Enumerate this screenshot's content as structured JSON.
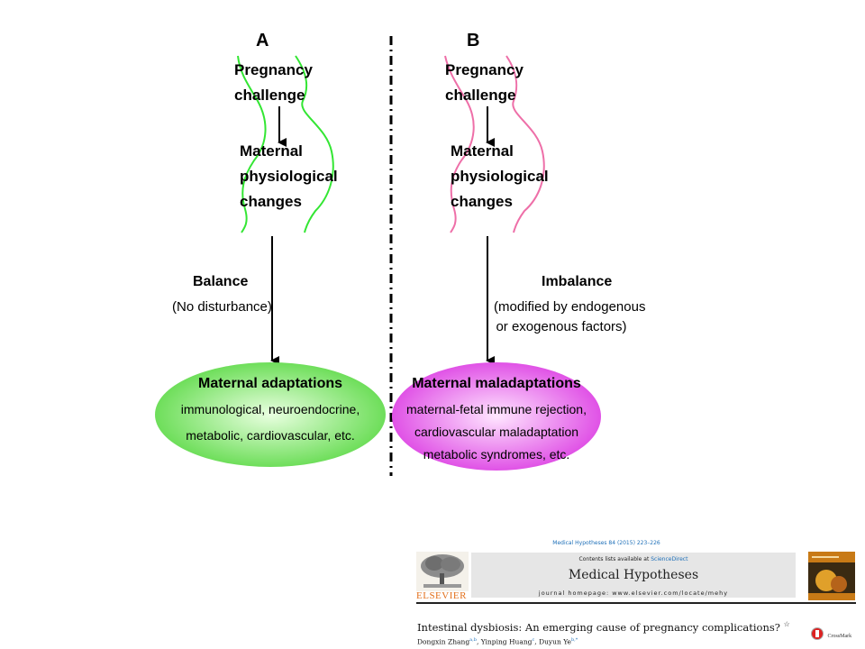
{
  "panels": {
    "a": {
      "label": "A",
      "step1": [
        "Pregnancy",
        "challenge"
      ],
      "step2": [
        "Maternal",
        "physiological",
        "changes"
      ],
      "balance_title": "Balance",
      "balance_sub": [
        "(No disturbance)"
      ],
      "outcome_title": "Maternal adaptations",
      "outcome_lines": [
        "immunological, neuroendocrine,",
        "metabolic, cardiovascular, etc."
      ],
      "colors": {
        "silhouette": "#33e633",
        "ellipse": "#66dd55"
      }
    },
    "b": {
      "label": "B",
      "step1": [
        "Pregnancy",
        "challenge"
      ],
      "step2": [
        "Maternal",
        "physiological",
        "changes"
      ],
      "balance_title": "Imbalance",
      "balance_sub": [
        "(modified by endogenous",
        "or exogenous factors)"
      ],
      "outcome_title": "Maternal maladaptations",
      "outcome_lines": [
        "maternal-fetal immune rejection,",
        "cardiovascular maladaptation",
        "metabolic syndromes, etc."
      ],
      "colors": {
        "silhouette": "#ee6fa8",
        "ellipse": "#e455e6"
      }
    }
  },
  "paper": {
    "journal_citation": "Medical Hypotheses 84 (2015) 223–226",
    "contents_prefix": "Contents lists available at ",
    "contents_link": "ScienceDirect",
    "journal_name": "Medical Hypotheses",
    "homepage": "journal homepage: www.elsevier.com/locate/mehy",
    "publisher": "ELSEVIER",
    "title": "Intestinal dysbiosis: An emerging cause of pregnancy complications?",
    "title_mark": "☆",
    "authors": [
      {
        "name": "Dongxin Zhang",
        "aff": "a,b"
      },
      {
        "name": "Yinping Huang",
        "aff": "c"
      },
      {
        "name": "Duyun Ye",
        "aff": "b,*"
      }
    ],
    "crossmark": "CrossMark"
  }
}
